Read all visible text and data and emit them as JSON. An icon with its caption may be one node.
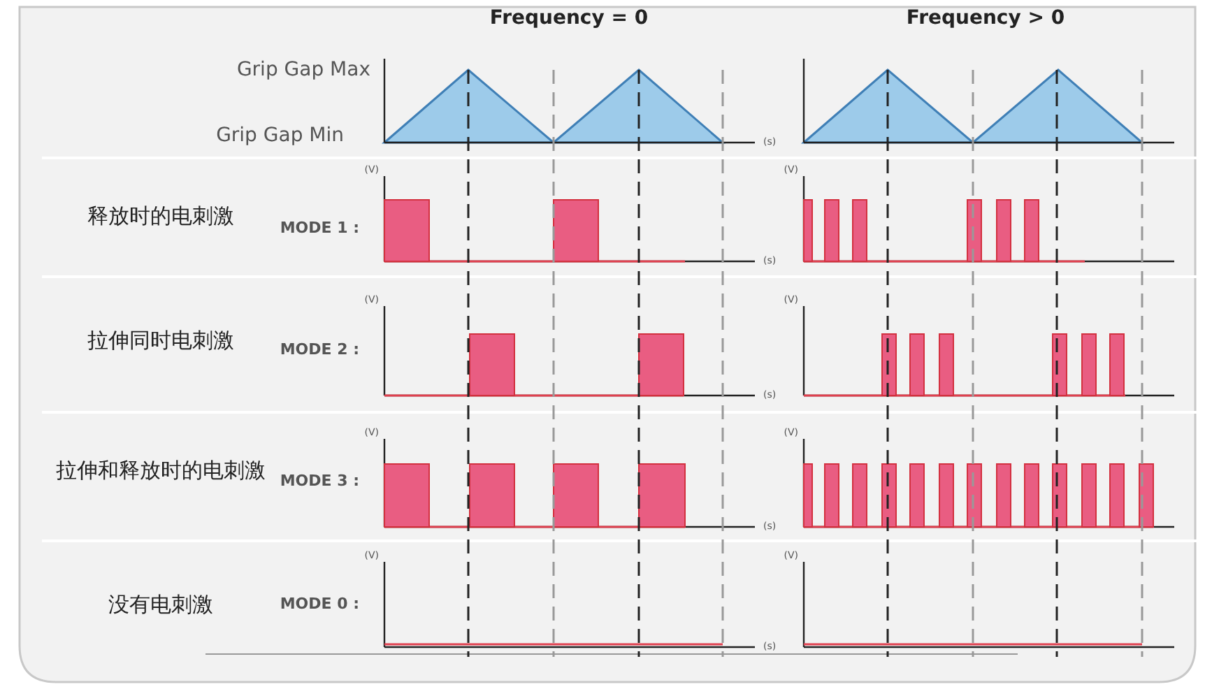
{
  "diagram": {
    "labels": [
      "Frequency = 0",
      "Frequency > 0",
      "Grip Gap Max",
      "Grip Gap Min",
      "(s)",
      "释放时的电刺激",
      "MODE 1 :",
      "(V)",
      "(s)",
      "(V)",
      "拉伸同时电刺激",
      "MODE 2 :",
      "(V)",
      "(s)",
      "(V)",
      "拉伸和释放时的电刺激",
      "MODE 3 :",
      "(V)",
      "(s)",
      "(V)",
      "没有电刺激",
      "MODE 0 :",
      "(V)",
      "(s)",
      "(V)"
    ]
  }
}
